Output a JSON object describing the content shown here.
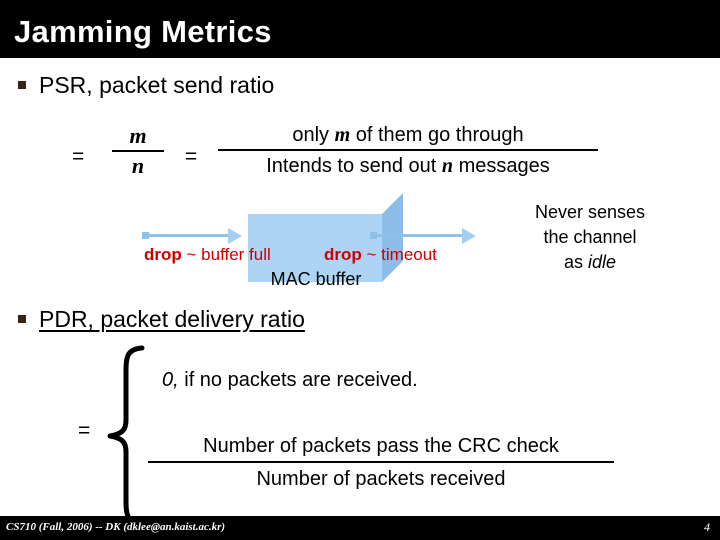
{
  "slide": {
    "title": "Jamming Metrics",
    "page_number": "4",
    "footer": "CS710 (Fall, 2006) -- DK (dklee@an.kaist.ac.kr)",
    "colors": {
      "banner_background": "#000000",
      "banner_text": "#ffffff",
      "body_background": "#ffffff",
      "drop_text": "#cc0000",
      "box_front": "#aed4f5",
      "box_top": "#c3e0fa",
      "box_side": "#8cbde8",
      "arrow": "#8fc0ea",
      "bullet": "#3b2314"
    }
  },
  "psr": {
    "bullet_label": "PSR, packet send ratio",
    "equals_1": "=",
    "fraction_symbolic": {
      "numerator": "m",
      "denominator": "n"
    },
    "equals_2": "=",
    "fraction_verbal": {
      "numerator_prefix": "only ",
      "numerator_var": "m",
      "numerator_suffix": " of them go through",
      "denominator_prefix": "Intends to send out ",
      "denominator_var": "n",
      "denominator_suffix": " messages"
    }
  },
  "diagram": {
    "buffer_label": "MAC buffer",
    "drop_in": {
      "bold": "drop",
      "rest": " ~ buffer full"
    },
    "drop_out": {
      "bold": "drop",
      "rest": " ~ timeout"
    },
    "note": {
      "line1": "Never senses",
      "line2": "the channel",
      "line3_prefix": "as ",
      "line3_italic": "idle"
    }
  },
  "pdr": {
    "bullet_label": "PDR, packet delivery ratio",
    "equals": "=",
    "case_zero": {
      "value": "0,",
      "condition": "  if no packets are received."
    },
    "fraction": {
      "numerator": "Number of packets pass the CRC check",
      "denominator": "Number of packets received"
    }
  }
}
